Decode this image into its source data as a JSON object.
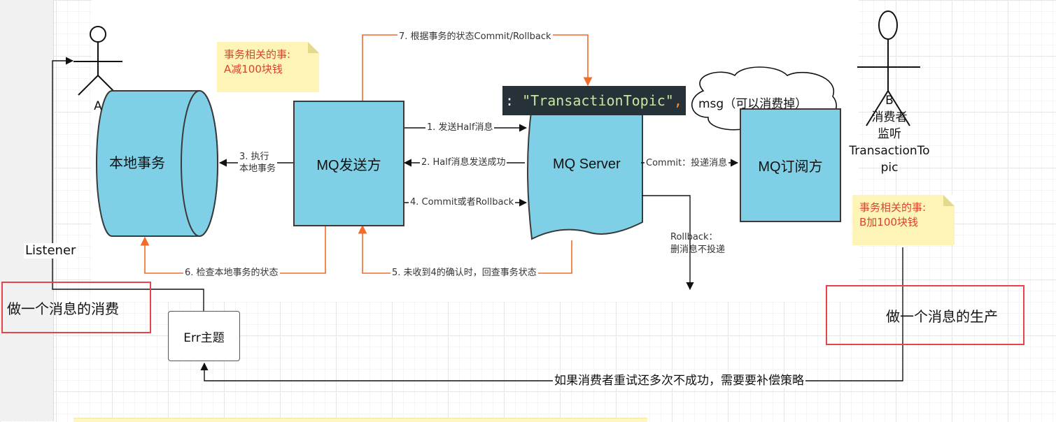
{
  "actors": {
    "a_name": "A",
    "b_lines": [
      "B",
      "消费者",
      "监听",
      "TransactionTo",
      "pic"
    ]
  },
  "boxes": {
    "local_tx": "本地事务",
    "producer": "MQ发送方",
    "server": "MQ Server",
    "subscriber": "MQ订阅方",
    "err_topic": "Err主题"
  },
  "edges": {
    "step1": "1. 发送Half消息",
    "step2": "2. Half消息发送成功",
    "step3": [
      "3. 执行",
      "本地事务"
    ],
    "step4": "4. Commit或者Rollback",
    "step5": "5. 未收到4的确认时，回查事务状态",
    "step6": "6. 检查本地事务的状态",
    "step7": "7. 根据事务的状态Commit/Rollback",
    "commit_deliver": "Commit：投递消息",
    "rollback": [
      "Rollback：",
      "删消息不投递"
    ],
    "compensate": "如果消费者重试还多次不成功，需要要补偿策略",
    "listener": "Listener"
  },
  "notes": {
    "left": [
      "事务相关的事:",
      "A减100块钱"
    ],
    "right": [
      "事务相关的事:",
      "B加100块钱"
    ]
  },
  "code": {
    "prefix": ": ",
    "topic": "\"TransactionTopic\"",
    "comma": ","
  },
  "cloud": "msg（可以消费掉）",
  "highlights": {
    "consume": "做一个消息的消费",
    "produce": "做一个消息的生产"
  },
  "colors": {
    "box_fill": "#7fd0e6",
    "orange_line": "#f26b2b",
    "note_bg": "#fff4b8",
    "note_text": "#d9442b",
    "highlight_border": "#e8424a"
  }
}
